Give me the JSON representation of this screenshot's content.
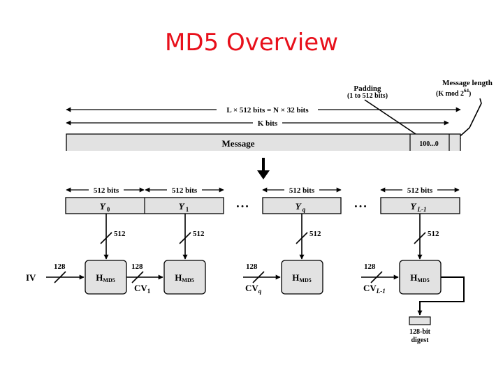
{
  "slide": {
    "title": "MD5 Overview",
    "title_color": "#e8101b"
  },
  "top_labels": {
    "padding_line1": "Padding",
    "padding_line2": "(1 to 512 bits)",
    "msglen_line1": "Message length",
    "msglen_line2": "(K mod 2",
    "msglen_sup": "64",
    "msglen_close": ")"
  },
  "dimensions": {
    "total": "L × 512 bits = N × 32 bits",
    "k_bits": "K bits"
  },
  "message": {
    "label": "Message",
    "padding_value": "100...0",
    "fill_color": "#e2e2e2"
  },
  "blocks": [
    {
      "width_label": "512 bits",
      "name": "Y",
      "sub": "0"
    },
    {
      "width_label": "512 bits",
      "name": "Y",
      "sub": "1"
    },
    {
      "width_label": "512 bits",
      "name": "Y",
      "sub": "q"
    },
    {
      "width_label": "512 bits",
      "name": "Y",
      "sub": "L-1"
    }
  ],
  "ellipsis": "• • •",
  "bus_labels": {
    "block_input": "512",
    "chain": "128"
  },
  "hash_units": [
    {
      "name": "H",
      "sub": "MD5"
    },
    {
      "name": "H",
      "sub": "MD5"
    },
    {
      "name": "H",
      "sub": "MD5"
    },
    {
      "name": "H",
      "sub": "MD5"
    }
  ],
  "chain_values": [
    {
      "name": "IV",
      "sub": ""
    },
    {
      "name": "CV",
      "sub": "1"
    },
    {
      "name": "CV",
      "sub": "q"
    },
    {
      "name": "CV",
      "sub": "L-1"
    }
  ],
  "output": {
    "line1": "128-bit",
    "line2": "digest"
  }
}
